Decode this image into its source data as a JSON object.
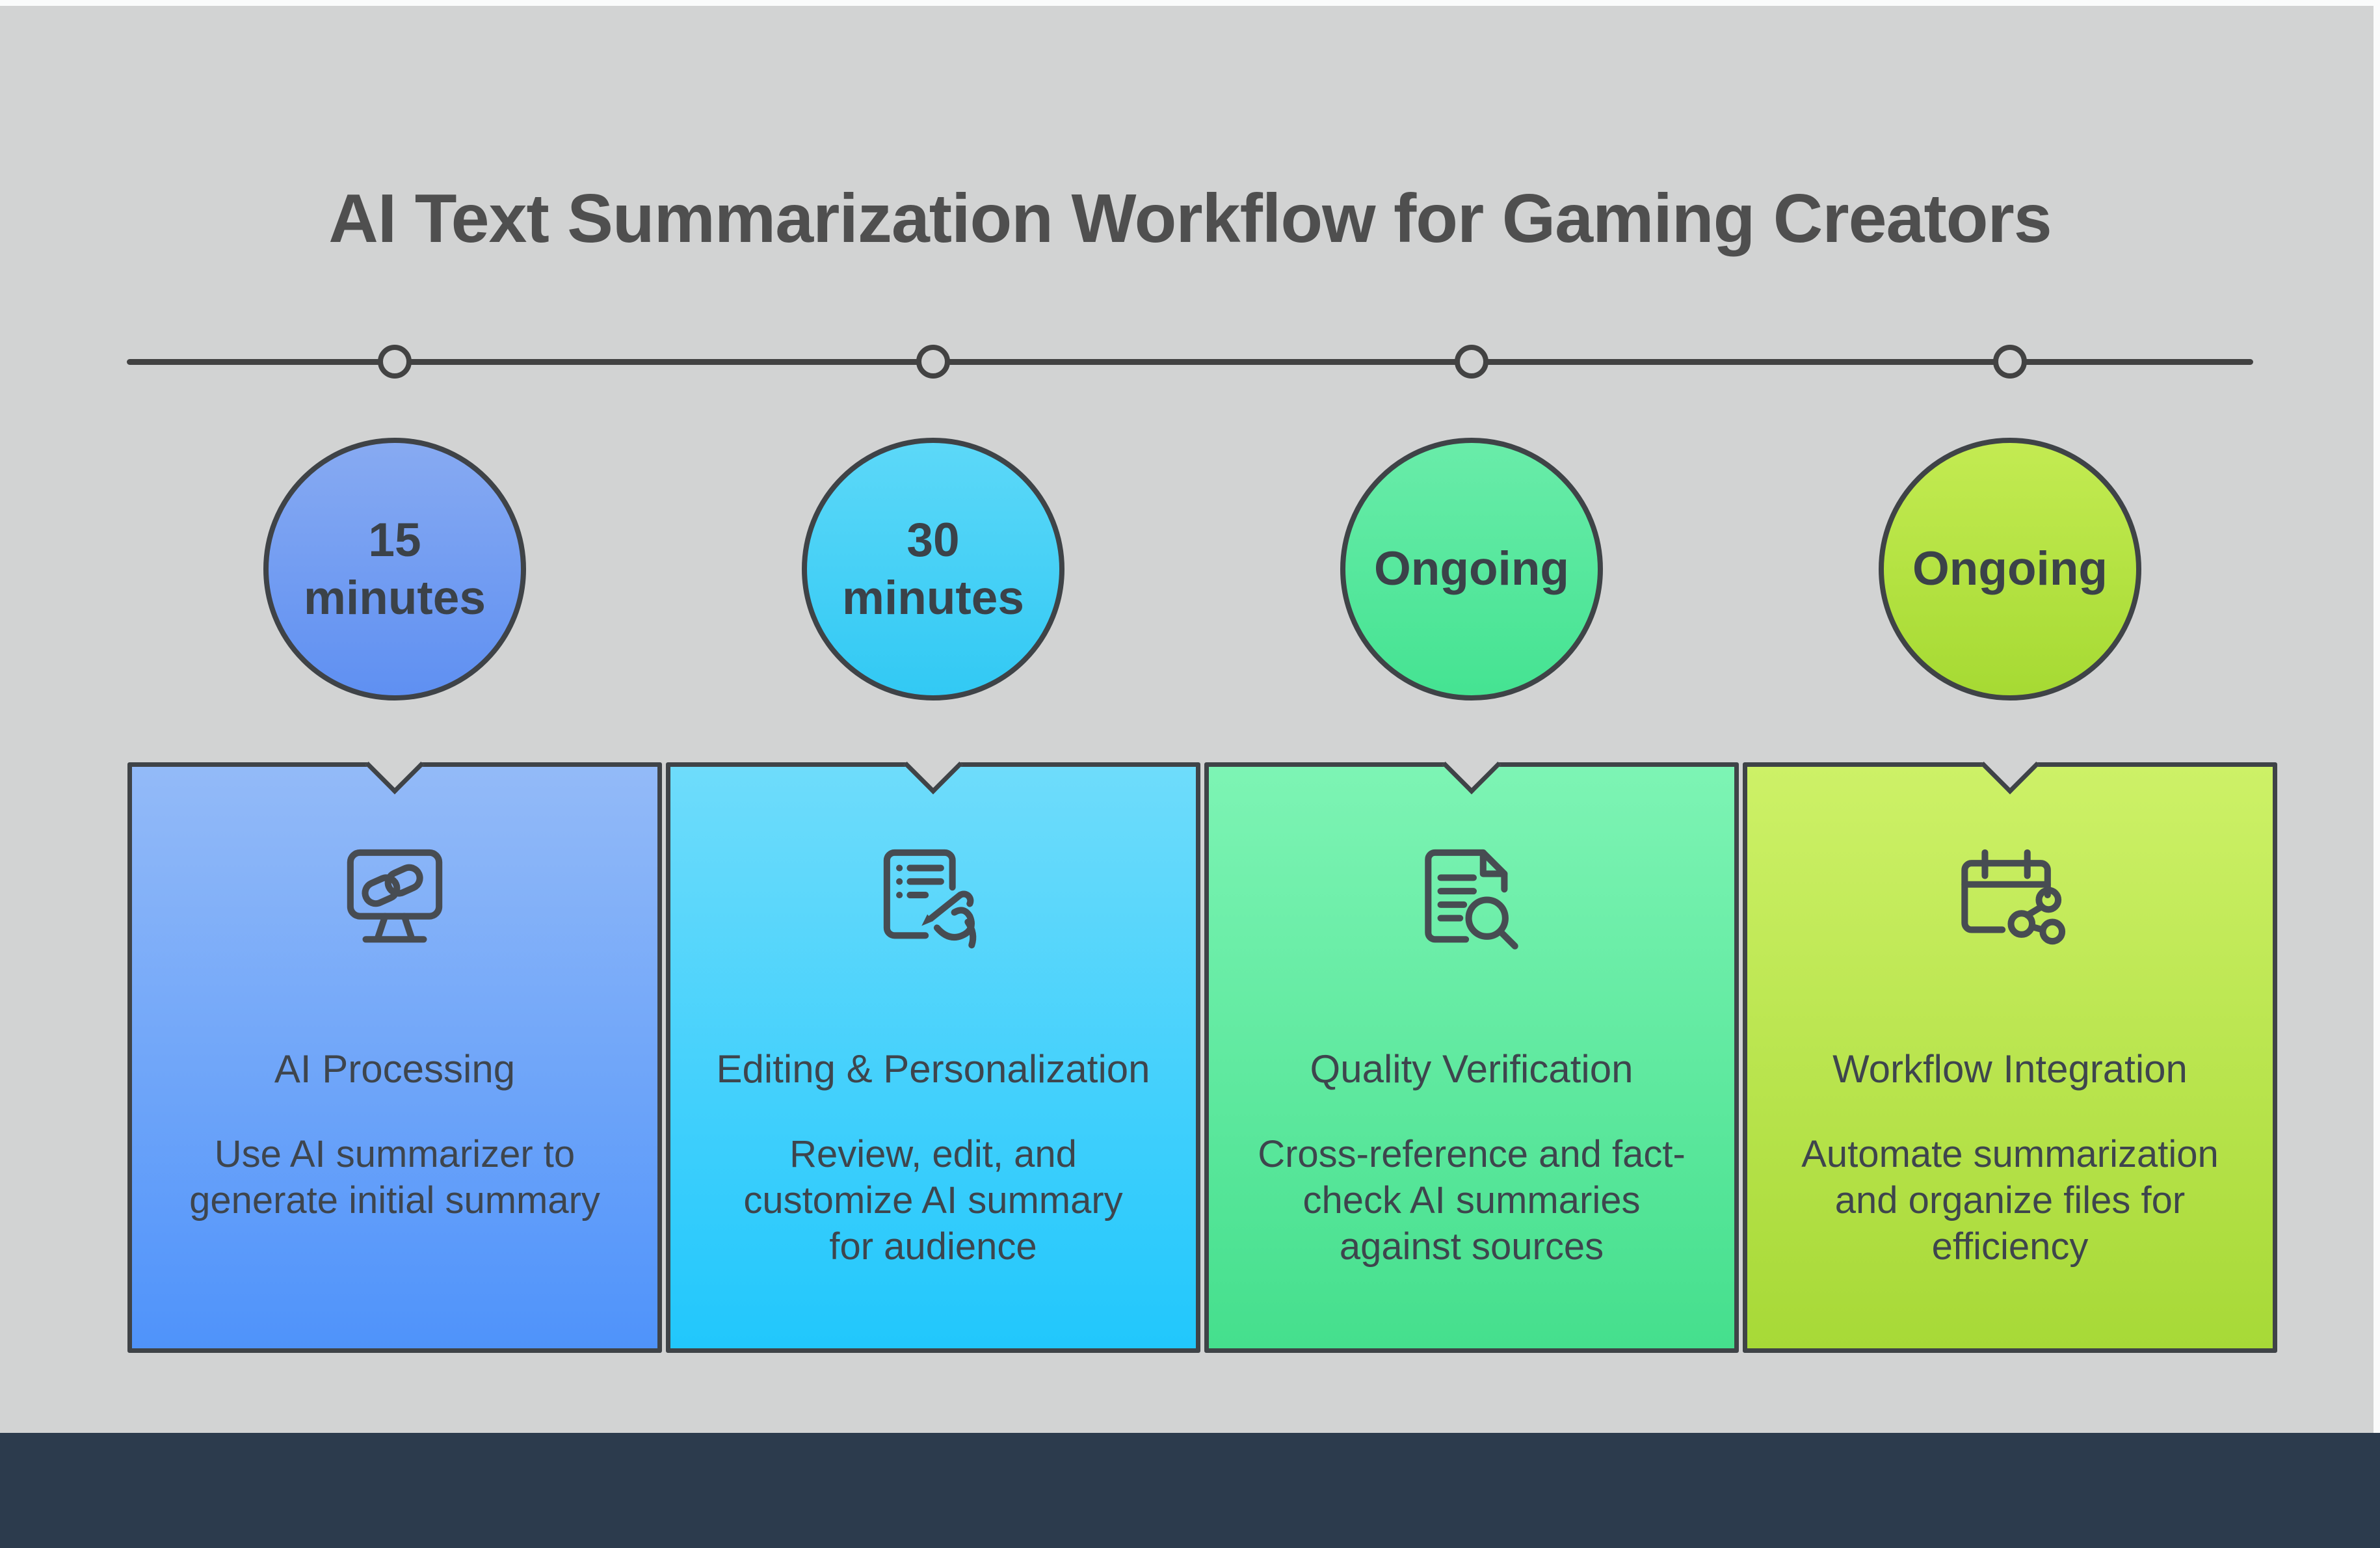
{
  "page": {
    "title": "AI Text Summarization Workflow for Gaming Creators",
    "background_color": "#d2d3d3",
    "footer_color": "#2c3b4d",
    "timeline_color": "#424242",
    "title_color": "#4f4f4f",
    "text_color": "#3e454d"
  },
  "timeline": {
    "node_count": 4
  },
  "steps": [
    {
      "duration": "15\nminutes",
      "title": "AI Processing",
      "description": "Use AI summarizer to\ngenerate initial summary",
      "icon": "monitor-link-icon",
      "circle_gradient": [
        "#87aaf2",
        "#5f90f2"
      ],
      "card_gradient": [
        "#93baf8",
        "#4f93fa"
      ]
    },
    {
      "duration": "30\nminutes",
      "title": "Editing & Personalization",
      "description": "Review, edit, and\ncustomize AI summary\nfor audience",
      "icon": "edit-document-icon",
      "circle_gradient": [
        "#5cd8f8",
        "#32c9f4"
      ],
      "card_gradient": [
        "#6edcfb",
        "#21c7fc"
      ]
    },
    {
      "duration": "Ongoing",
      "title": "Quality Verification",
      "description": "Cross-reference and fact-\ncheck AI summaries\nagainst sources",
      "icon": "document-search-icon",
      "circle_gradient": [
        "#69eca9",
        "#45e392"
      ],
      "card_gradient": [
        "#7df4b4",
        "#45df8d"
      ]
    },
    {
      "duration": "Ongoing",
      "title": "Workflow Integration",
      "description": "Automate summarization\nand organize files for\nefficiency",
      "icon": "calendar-share-icon",
      "circle_gradient": [
        "#c3eb52",
        "#a6da33"
      ],
      "card_gradient": [
        "#cdf167",
        "#a7d937"
      ]
    }
  ]
}
